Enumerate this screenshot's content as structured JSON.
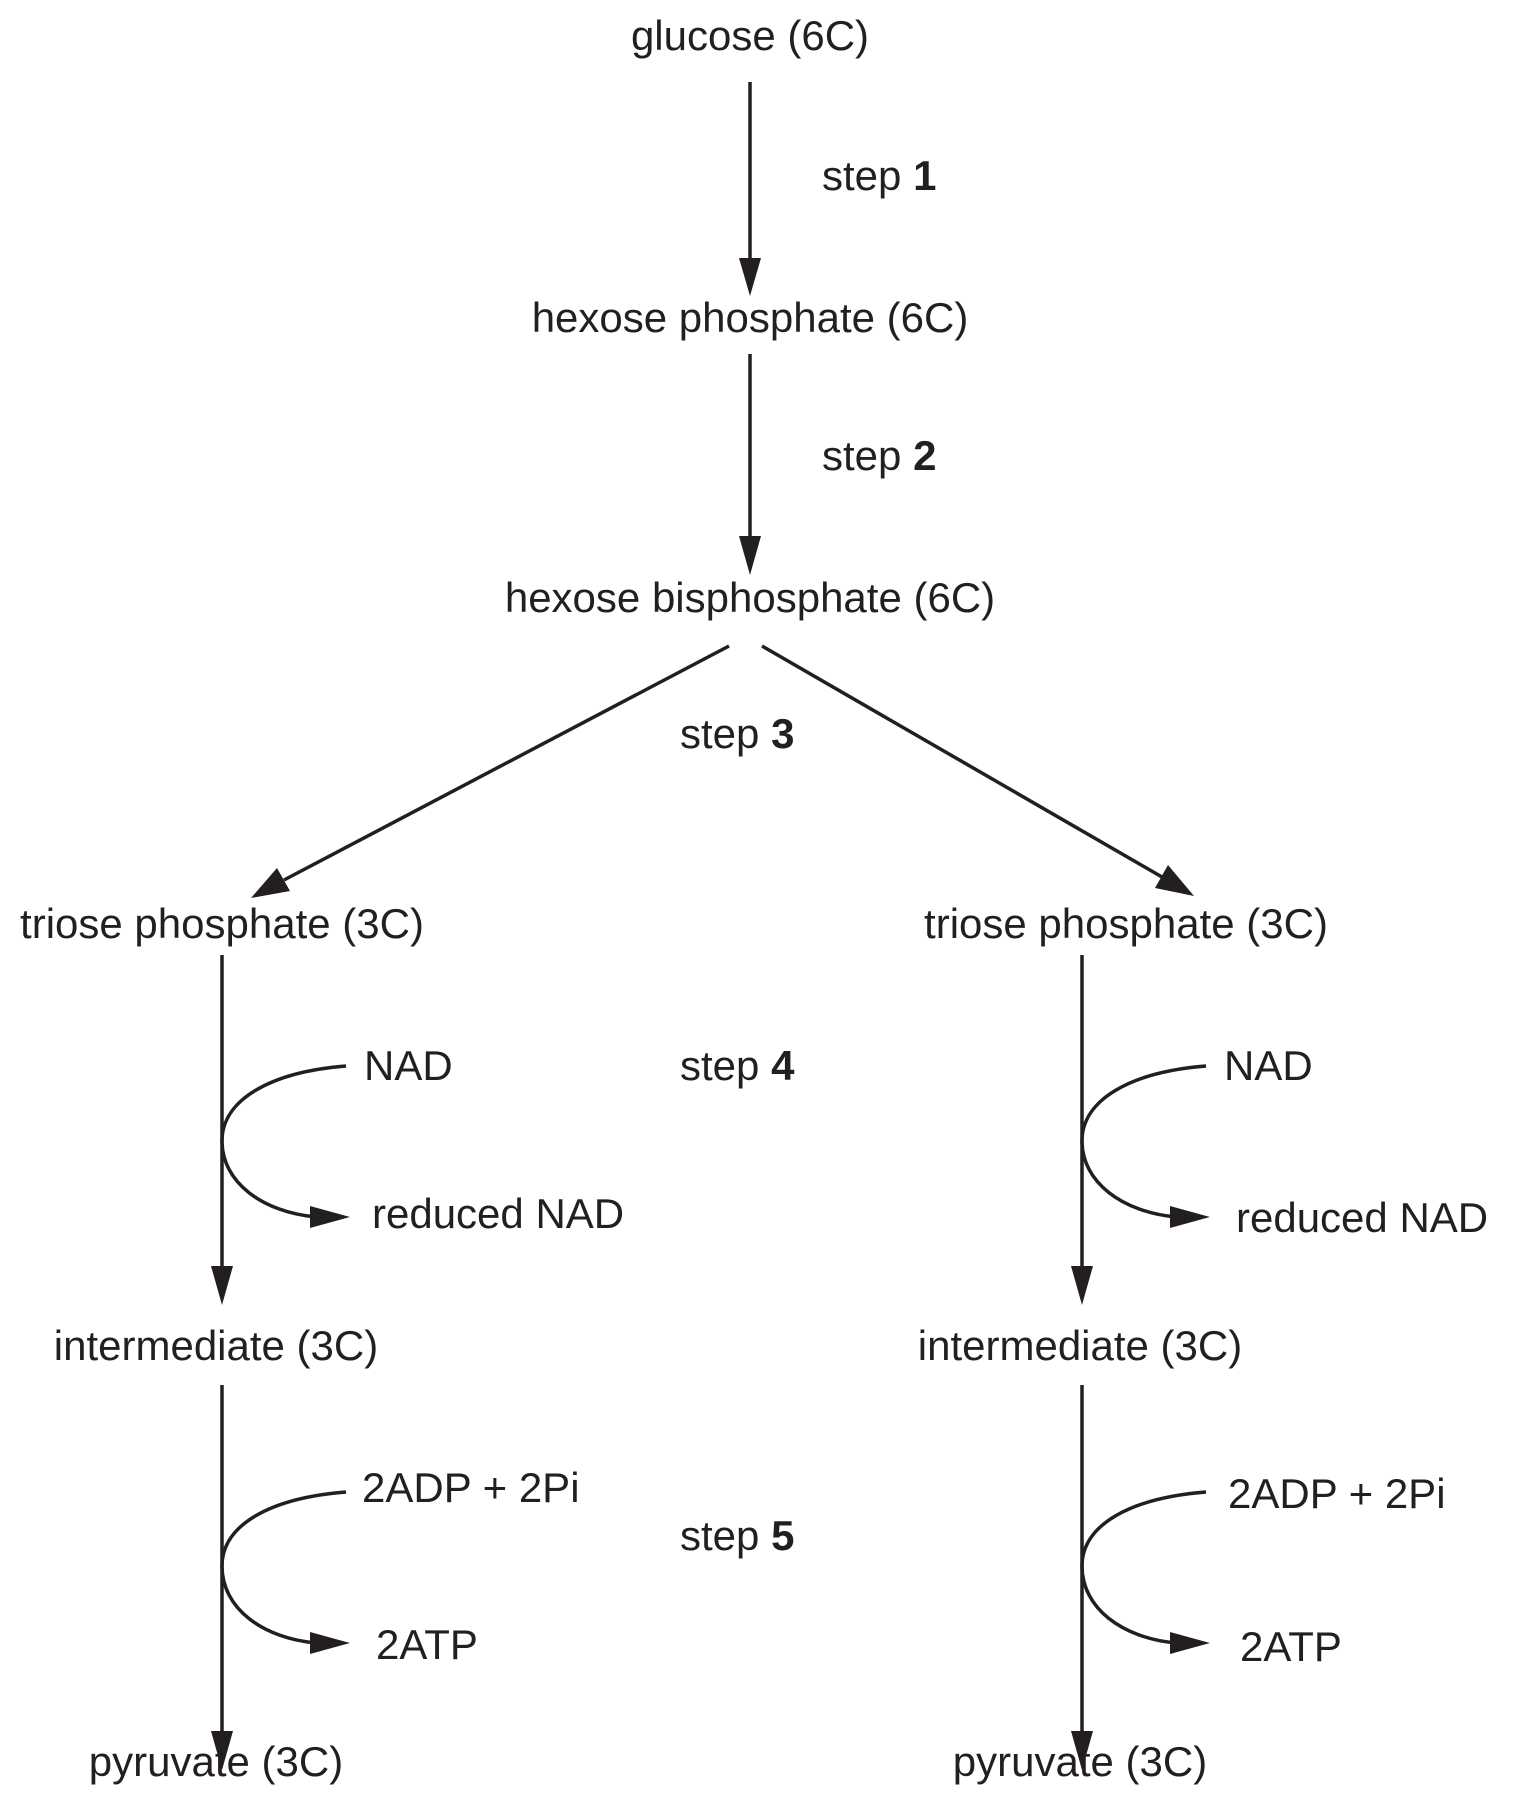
{
  "nodes": {
    "glucose": "glucose (6C)",
    "hexose_phosphate": "hexose phosphate (6C)",
    "hexose_bisphosphate": "hexose bisphosphate (6C)",
    "triose_left": "triose phosphate (3C)",
    "triose_right": "triose phosphate (3C)",
    "intermediate_left": "intermediate (3C)",
    "intermediate_right": "intermediate (3C)",
    "pyruvate_left": "pyruvate (3C)",
    "pyruvate_right": "pyruvate (3C)"
  },
  "steps": [
    {
      "word": "step",
      "num": "1"
    },
    {
      "word": "step",
      "num": "2"
    },
    {
      "word": "step",
      "num": "3"
    },
    {
      "word": "step",
      "num": "4"
    },
    {
      "word": "step",
      "num": "5"
    }
  ],
  "cofactors": {
    "nad_left": "NAD",
    "reduced_nad_left": "reduced NAD",
    "nad_right": "NAD",
    "reduced_nad_right": "reduced NAD",
    "adp_left": "2ADP + 2Pi",
    "atp_left": "2ATP",
    "adp_right": "2ADP + 2Pi",
    "atp_right": "2ATP"
  }
}
